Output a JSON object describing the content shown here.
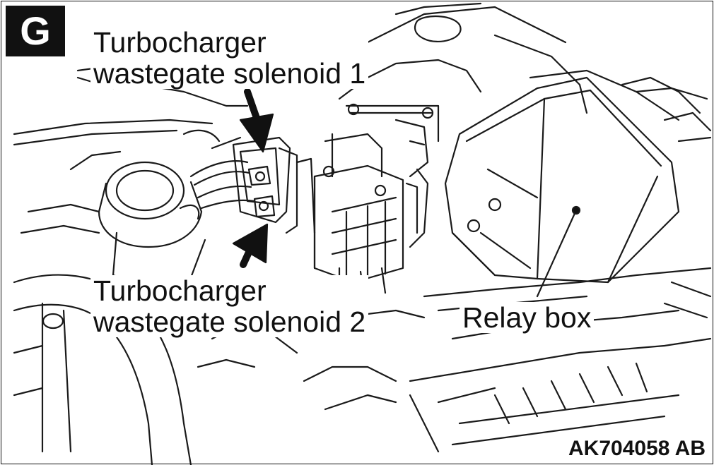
{
  "figure_letter": "G",
  "labels": {
    "solenoid1_line1": "Turbocharger",
    "solenoid1_line2": "wastegate solenoid 1",
    "solenoid2_line1": "Turbocharger",
    "solenoid2_line2": "wastegate solenoid 2",
    "relay_box": "Relay box"
  },
  "figure_code": "AK704058 AB"
}
